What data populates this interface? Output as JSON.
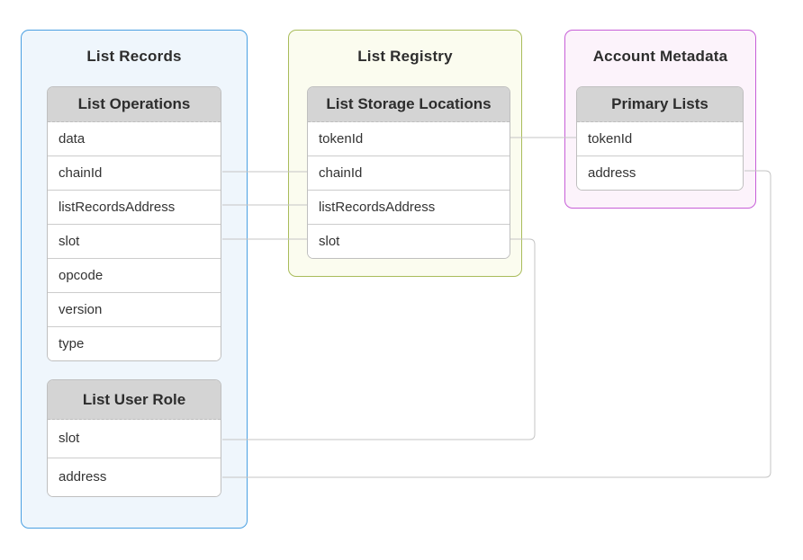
{
  "diagram": {
    "connector_color": "#c4c4c4",
    "header_fill": "#d4d4d4",
    "groups": [
      {
        "title": "List Records",
        "border_color": "#4aa0e2",
        "fill_color": "#eff6fc",
        "tables": [
          {
            "title": "List Operations",
            "rows": [
              "data",
              "chainId",
              "listRecordsAddress",
              "slot",
              "opcode",
              "version",
              "type"
            ]
          },
          {
            "title": "List User Role",
            "rows": [
              "slot",
              "address"
            ]
          }
        ]
      },
      {
        "title": "List Registry",
        "border_color": "#a9bc5b",
        "fill_color": "#fbfcef",
        "tables": [
          {
            "title": "List Storage Locations",
            "rows": [
              "tokenId",
              "chainId",
              "listRecordsAddress",
              "slot"
            ]
          }
        ]
      },
      {
        "title": "Account Metadata",
        "border_color": "#c75fd8",
        "fill_color": "#fcf3fb",
        "tables": [
          {
            "title": "Primary Lists",
            "rows": [
              "tokenId",
              "address"
            ]
          }
        ]
      }
    ],
    "relationships": [
      {
        "from": "List Operations.chainId",
        "to": "List Storage Locations.chainId"
      },
      {
        "from": "List Operations.listRecordsAddress",
        "to": "List Storage Locations.listRecordsAddress"
      },
      {
        "from": "List Operations.slot",
        "to": "List Storage Locations.slot"
      },
      {
        "from": "List Storage Locations.tokenId",
        "to": "Primary Lists.tokenId"
      },
      {
        "from": "List Storage Locations.slot",
        "to": "List User Role.slot"
      },
      {
        "from": "Primary Lists.address",
        "to": "List User Role.address"
      }
    ]
  }
}
